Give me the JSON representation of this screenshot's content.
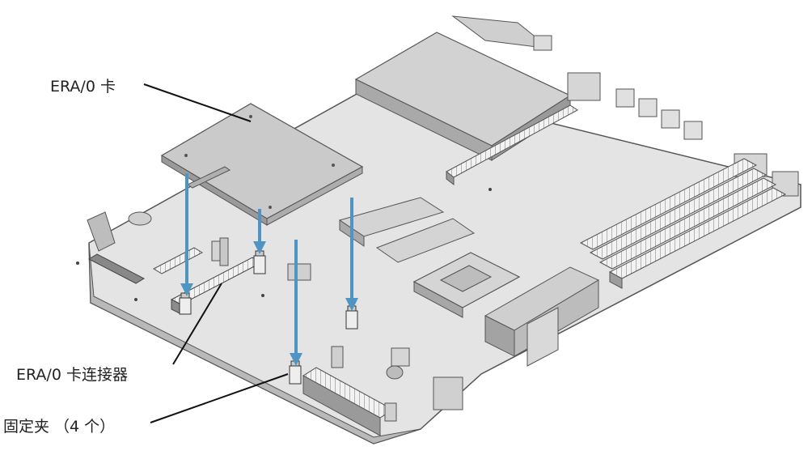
{
  "callouts": {
    "era_card": "ERA/0 卡",
    "connector": "ERA/0 卡连接器",
    "retention_clip": "固定夹 （4 个）"
  },
  "colors": {
    "board": "#e4e4e4",
    "board_edge": "#555555",
    "card": "#c9c9c9",
    "arrow": "#4f95c4",
    "leader": "#111111"
  },
  "icons": {
    "arrow": "down-arrow-icon"
  }
}
